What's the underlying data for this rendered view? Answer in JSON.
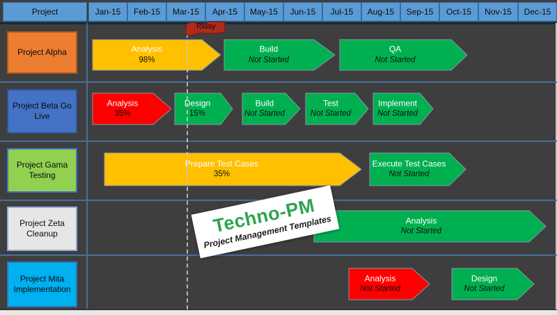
{
  "header": {
    "project_label": "Project",
    "months": [
      "Jan-15",
      "Feb-15",
      "Mar-15",
      "Apr-15",
      "May-15",
      "Jun-15",
      "Jul-15",
      "Aug-15",
      "Sep-15",
      "Oct-15",
      "Nov-15",
      "Dec-15"
    ]
  },
  "today": {
    "label": "Today",
    "position": "between Mar-15 and Apr-15"
  },
  "watermark": {
    "title": "Techno-PM",
    "subtitle": "Project Management Templates"
  },
  "colors": {
    "background": "#3E3E3E",
    "header_fill": "#5B9BD5",
    "grid_line": "#44709E",
    "dashed_today_line": "#C9C9C9",
    "task_yellow": "#FFC000",
    "task_green": "#00B050",
    "task_red": "#FF0000",
    "today_flag": "#B02A1A",
    "watermark_green": "#2EA44E",
    "box_alpha": "#ED7D31",
    "box_beta": "#4472C4",
    "box_gama": "#92D050",
    "box_zeta": "#E7E6E6",
    "box_mita": "#00B0F0"
  },
  "chart_data": {
    "type": "gantt",
    "x_axis": {
      "unit": "month",
      "ticks": [
        "Jan-15",
        "Feb-15",
        "Mar-15",
        "Apr-15",
        "May-15",
        "Jun-15",
        "Jul-15",
        "Aug-15",
        "Sep-15",
        "Oct-15",
        "Nov-15",
        "Dec-15"
      ]
    },
    "today_marker": "early Apr-15",
    "legend": "none",
    "rows": [
      {
        "project": "Project Alpha",
        "row_color": "#ED7D31",
        "tasks": [
          {
            "label": "Analysis",
            "status": "98%",
            "color": "#FFC000",
            "start": "Jan-15",
            "end": "mid Apr-15"
          },
          {
            "label": "Build",
            "status": "Not Started",
            "color": "#00B050",
            "start": "mid Apr-15",
            "end": "early Jul-15"
          },
          {
            "label": "QA",
            "status": "Not Started",
            "color": "#00B050",
            "start": "Jul-15",
            "end": "mid Oct-15"
          }
        ]
      },
      {
        "project": "Project Beta Go Live",
        "row_color": "#4472C4",
        "tasks": [
          {
            "label": "Analysis",
            "status": "35%",
            "color": "#FF0000",
            "start": "Jan-15",
            "end": "early Mar-15"
          },
          {
            "label": "Design",
            "status": "15%",
            "color": "#00B050",
            "start": "Mar-15",
            "end": "mid Apr-15"
          },
          {
            "label": "Build",
            "status": "Not Started",
            "color": "#00B050",
            "start": "May-15",
            "end": "mid Jun-15"
          },
          {
            "label": "Test",
            "status": "Not Started",
            "color": "#00B050",
            "start": "mid Jun-15",
            "end": "early Aug-15"
          },
          {
            "label": "Implement",
            "status": "Not Started",
            "color": "#00B050",
            "start": "Aug-15",
            "end": "late Sep-15"
          }
        ]
      },
      {
        "project": "Project Gama Testing",
        "row_color": "#92D050",
        "tasks": [
          {
            "label": "Prepare Test Cases",
            "status": "35%",
            "color": "#FFC000",
            "start": "mid Jan-15",
            "end": "Jul-15"
          },
          {
            "label": "Execute Test Cases",
            "status": "Not Started",
            "color": "#00B050",
            "start": "Aug-15",
            "end": "mid Oct-15"
          }
        ]
      },
      {
        "project": "Project Zeta Cleanup",
        "row_color": "#E7E6E6",
        "tasks": [
          {
            "label": "Analysis",
            "status": "Not Started",
            "color": "#00B050",
            "start": "mid Jun-15",
            "end": "Dec-15"
          }
        ]
      },
      {
        "project": "Project Mita Implementation",
        "row_color": "#00B0F0",
        "tasks": [
          {
            "label": "Analysis",
            "status": "Not Started",
            "color": "#FF0000",
            "start": "mid Jul-15",
            "end": "Sep-15"
          },
          {
            "label": "Design",
            "status": "Not Started",
            "color": "#00B050",
            "start": "Oct-15",
            "end": "early Dec-15"
          }
        ]
      }
    ]
  }
}
